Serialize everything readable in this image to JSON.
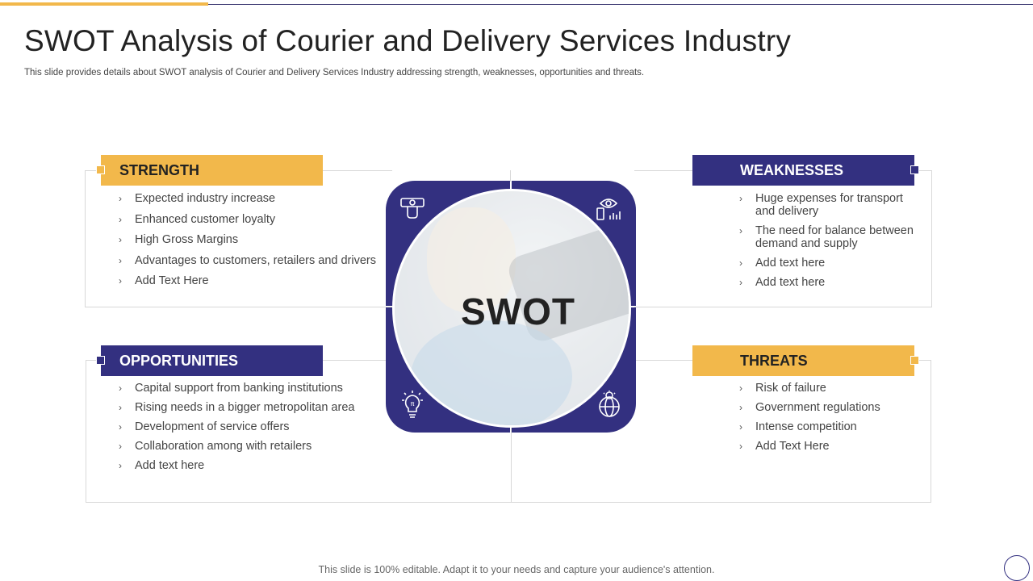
{
  "title": "SWOT Analysis of Courier and Delivery Services Industry",
  "subtitle": "This slide provides details about SWOT analysis of Courier and Delivery Services Industry addressing strength, weaknesses, opportunities and threats.",
  "colors": {
    "accent_gold": "#f2b84b",
    "accent_navy": "#333080"
  },
  "center": {
    "label": "SWOT",
    "icons": [
      "money-hand-icon",
      "eye-chart-icon",
      "idea-bulb-icon",
      "global-idea-icon"
    ]
  },
  "quadrants": {
    "strength": {
      "heading": "STRENGTH",
      "items": [
        "Expected industry increase",
        "Enhanced customer loyalty",
        "High Gross Margins",
        "Advantages to customers, retailers and drivers",
        "Add Text Here"
      ]
    },
    "weaknesses": {
      "heading": "WEAKNESSES",
      "items": [
        "Huge expenses for transport and delivery",
        "The need for balance between demand and supply",
        "Add text here",
        "Add text here"
      ]
    },
    "opportunities": {
      "heading": "OPPORTUNITIES",
      "items": [
        "Capital support from banking institutions",
        "Rising needs in a bigger metropolitan area",
        "Development of service offers",
        "Collaboration among with retailers",
        "Add text here"
      ]
    },
    "threats": {
      "heading": "THREATS",
      "items": [
        "Risk of failure",
        "Government regulations",
        "Intense competition",
        "Add Text Here"
      ]
    }
  },
  "footer": "This slide is 100% editable. Adapt it to your needs and capture your audience's attention."
}
